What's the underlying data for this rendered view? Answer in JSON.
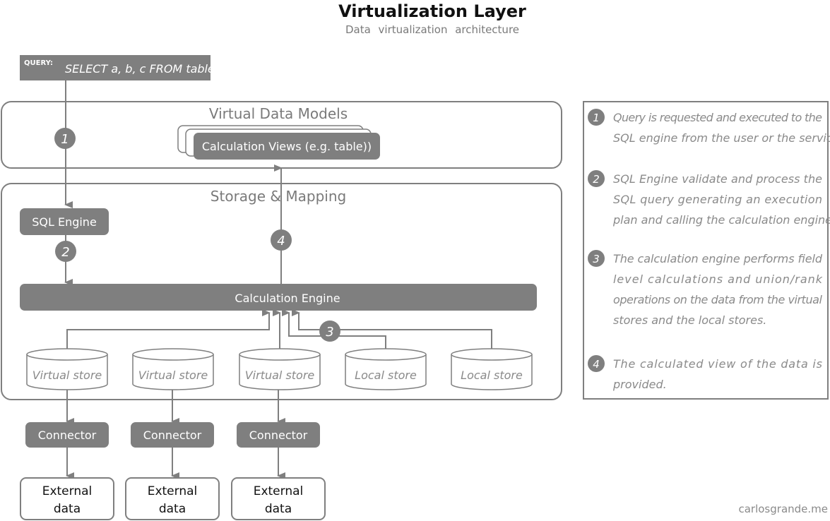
{
  "header": {
    "title": "Virtualization Layer",
    "subtitle": "Data virtualization architecture"
  },
  "query": {
    "label": "QUERY:",
    "text": "SELECT a, b, c FROM table"
  },
  "virtual_data_models": {
    "title": "Virtual Data Models",
    "calculation_views": "Calculation Views (e.g. table))"
  },
  "storage_mapping": {
    "title": "Storage & Mapping",
    "sql_engine": "SQL Engine",
    "calculation_engine": "Calculation Engine",
    "stores": [
      {
        "label": "Virtual store"
      },
      {
        "label": "Virtual store"
      },
      {
        "label": "Virtual store"
      },
      {
        "label": "Local store"
      },
      {
        "label": "Local store"
      }
    ]
  },
  "connectors": [
    {
      "label": "Connector",
      "external": [
        "External",
        "data"
      ]
    },
    {
      "label": "Connector",
      "external": [
        "External",
        "data"
      ]
    },
    {
      "label": "Connector",
      "external": [
        "External",
        "data"
      ]
    }
  ],
  "steps": [
    {
      "number": "1",
      "lines": [
        "Query is requested and executed to the",
        "SQL engine from the user or the service."
      ]
    },
    {
      "number": "2",
      "lines": [
        "SQL Engine validate and process the",
        "SQL query generating an execution",
        "plan and calling the calculation engine."
      ]
    },
    {
      "number": "3",
      "lines": [
        "The calculation engine performs field",
        "level calculations and union/rank",
        "operations on the data from the virtual",
        "stores and the local stores."
      ]
    },
    {
      "number": "4",
      "lines": [
        "The calculated view of the data is",
        "provided."
      ]
    }
  ],
  "credit": "carlosgrande.me",
  "colors": {
    "primary_gray": "#7f7f7f",
    "text_gray": "#8a8a8a",
    "title": "#111111"
  }
}
